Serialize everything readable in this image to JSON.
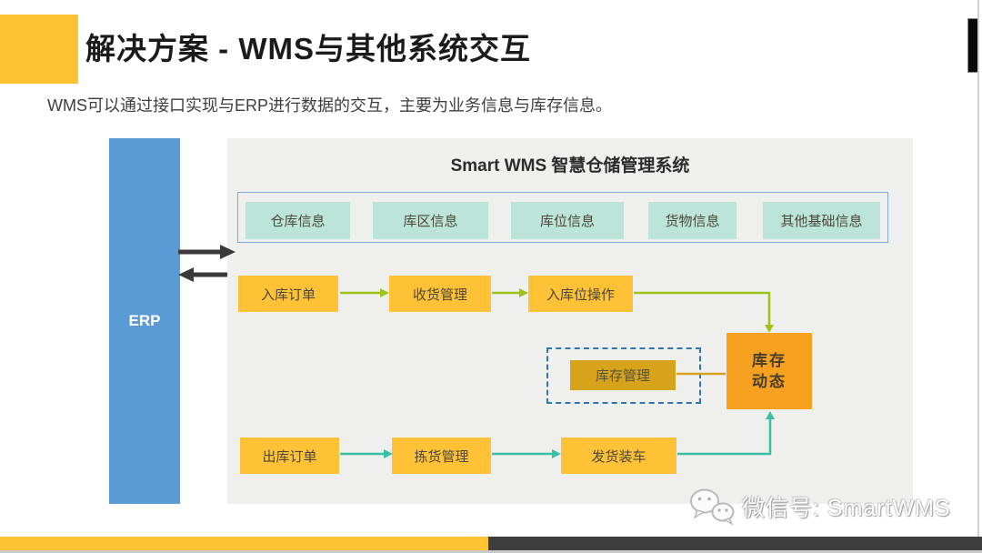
{
  "slide": {
    "title": "解决方案 - WMS与其他系统交互",
    "subtitle": "WMS可以通过接口实现与ERP进行数据的交互，主要为业务信息与库存信息。",
    "watermark_text": "微信号: SmartWMS"
  },
  "diagram": {
    "erp_label": "ERP",
    "panel_title": "Smart WMS 智慧仓储管理系统",
    "base_info": [
      "仓库信息",
      "库区信息",
      "库位信息",
      "货物信息",
      "其他基础信息"
    ],
    "inbound_flow": [
      "入库订单",
      "收货管理",
      "入库位操作"
    ],
    "outbound_flow": [
      "出库订单",
      "拣货管理",
      "发货装车"
    ],
    "inventory_dynamic": "库存动态",
    "inventory_mgmt": "库存管理"
  },
  "colors": {
    "accent-yellow": "#FFC233",
    "erp-blue": "#5B9BD5",
    "panel-gray": "#EFEFEE",
    "teal-box": "#BCE4D9",
    "info-border": "#84A7CF",
    "flow-yellow": "#FFC135",
    "inv-dynamic-orange": "#F6A120",
    "inv-mgmt-gold": "#D7A31A",
    "dashed-blue": "#2E75B6",
    "green-arrow": "#9DC41A",
    "teal-arrow": "#3BBFA3",
    "black-arrow": "#3A3A3A",
    "dark-bar": "#3E3E3E",
    "box-text": "#4C483C"
  }
}
